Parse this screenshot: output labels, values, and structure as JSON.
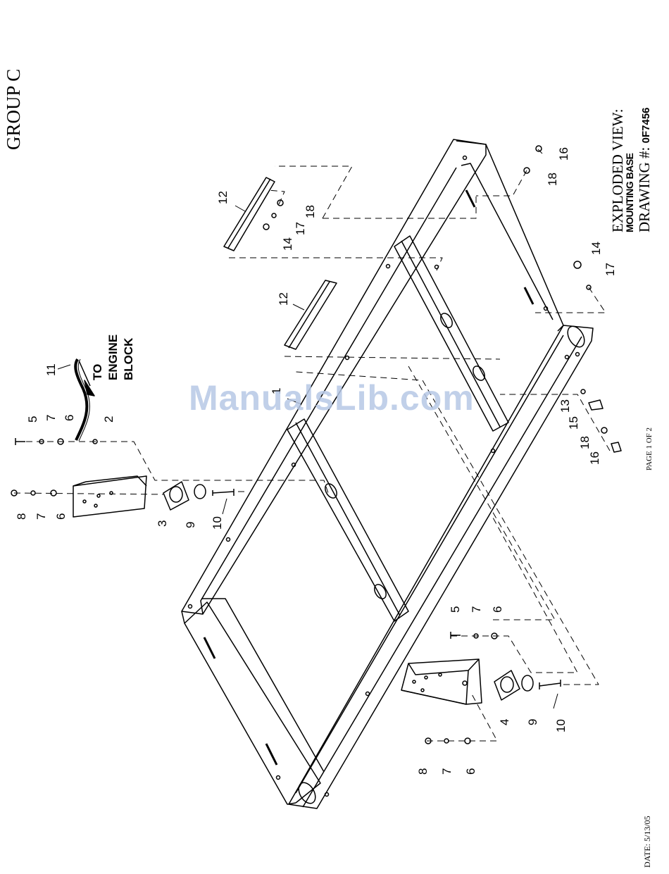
{
  "header": {
    "group": "GROUP C"
  },
  "title_block": {
    "title": "EXPLODED VIEW:",
    "subtitle": "MOUNTING BASE",
    "drawing_label": "DRAWING #:",
    "drawing_number": "0F7456"
  },
  "footer": {
    "page": "PAGE 1 OF 2",
    "date": "DATE:  5/13/05"
  },
  "watermark": "ManualsLib.com",
  "note": {
    "line1": "TO",
    "line2": "ENGINE",
    "line3": "BLOCK"
  },
  "callouts": {
    "c1": "1",
    "c2": "2",
    "c3": "3",
    "c4": "4",
    "c5a": "5",
    "c5b": "5",
    "c6a": "6",
    "c6b": "6",
    "c6c": "6",
    "c6d": "6",
    "c7a": "7",
    "c7b": "7",
    "c7c": "7",
    "c7d": "7",
    "c8a": "8",
    "c8b": "8",
    "c9a": "9",
    "c9b": "9",
    "c10a": "10",
    "c10b": "10",
    "c11": "11",
    "c12a": "12",
    "c12b": "12",
    "c13": "13",
    "c14a": "14",
    "c14b": "14",
    "c15": "15",
    "c16a": "16",
    "c16b": "16",
    "c17a": "17",
    "c17b": "17",
    "c18a": "18",
    "c18b": "18",
    "c18c": "18"
  }
}
